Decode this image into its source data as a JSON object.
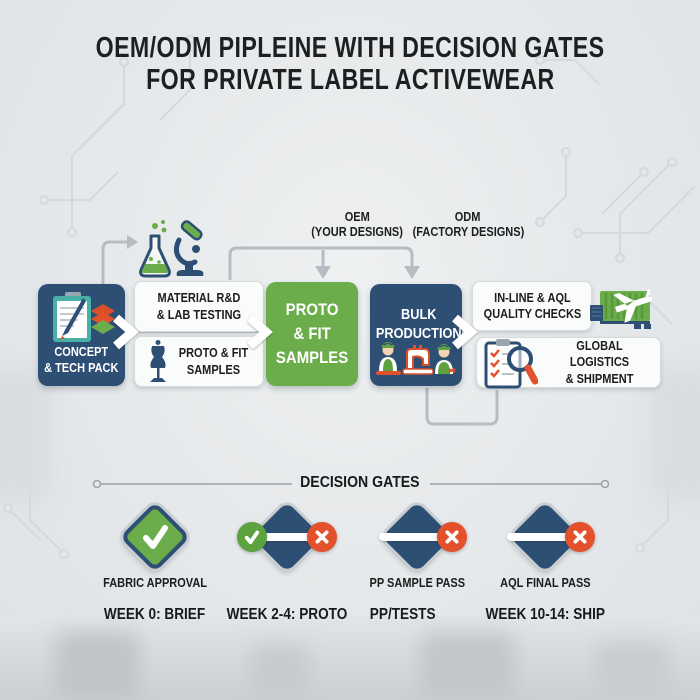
{
  "title": {
    "line1": "OEM/ODM PIPLEINE WITH DECISION GATES",
    "line2": "FOR PRIVATE LABEL ACTIVEWEAR"
  },
  "colors": {
    "navy": "#2e4f74",
    "green": "#6bad4b",
    "red_orange": "#e2512c",
    "connector_gray": "#b6bdc2",
    "background": "#e5e8ea"
  },
  "pipeline": {
    "oem_label": {
      "title": "OEM",
      "subtitle": "(YOUR DESIGNS)"
    },
    "odm_label": {
      "title": "ODM",
      "subtitle": "(FACTORY DESIGNS)"
    },
    "stages": {
      "concept": {
        "label": "CONCEPT\n& TECH PACK"
      },
      "material": {
        "label": "MATERIAL R&D\n& LAB TESTING"
      },
      "proto_fit": {
        "label": "PROTO & FIT\nSAMPLES"
      },
      "proto_green": {
        "label": "PROTO\n& FIT\nSAMPLES"
      },
      "bulk": {
        "label": "BULK\nPRODUCTION"
      },
      "quality": {
        "label": "IN-LINE & AQL\nQUALITY CHECKS"
      },
      "logistics": {
        "label": "GLOBAL LOGISTICS\n& SHIPMENT"
      }
    },
    "icons": [
      "clipboard-pen-icon",
      "fabric-stack-icon",
      "lab-flask-icon",
      "microscope-icon",
      "mannequin-icon",
      "workers-sewing-icon",
      "shipping-container-icon",
      "airplane-icon",
      "checklist-magnifier-icon",
      "arrow-connector-icon",
      "chevron-arrow-icon"
    ]
  },
  "decision_gates": {
    "header": "DECISION GATES",
    "gates": [
      {
        "type": "pass",
        "label": "FABRIC APPROVAL",
        "week": "WEEK 0: BRIEF"
      },
      {
        "type": "pass_fail",
        "label": "",
        "week": "WEEK 2-4: PROTO"
      },
      {
        "type": "fail",
        "label": "PP SAMPLE PASS",
        "week": "PP/TESTS"
      },
      {
        "type": "fail",
        "label": "AQL FINAL PASS",
        "week": "WEEK 10-14: SHIP"
      }
    ]
  }
}
